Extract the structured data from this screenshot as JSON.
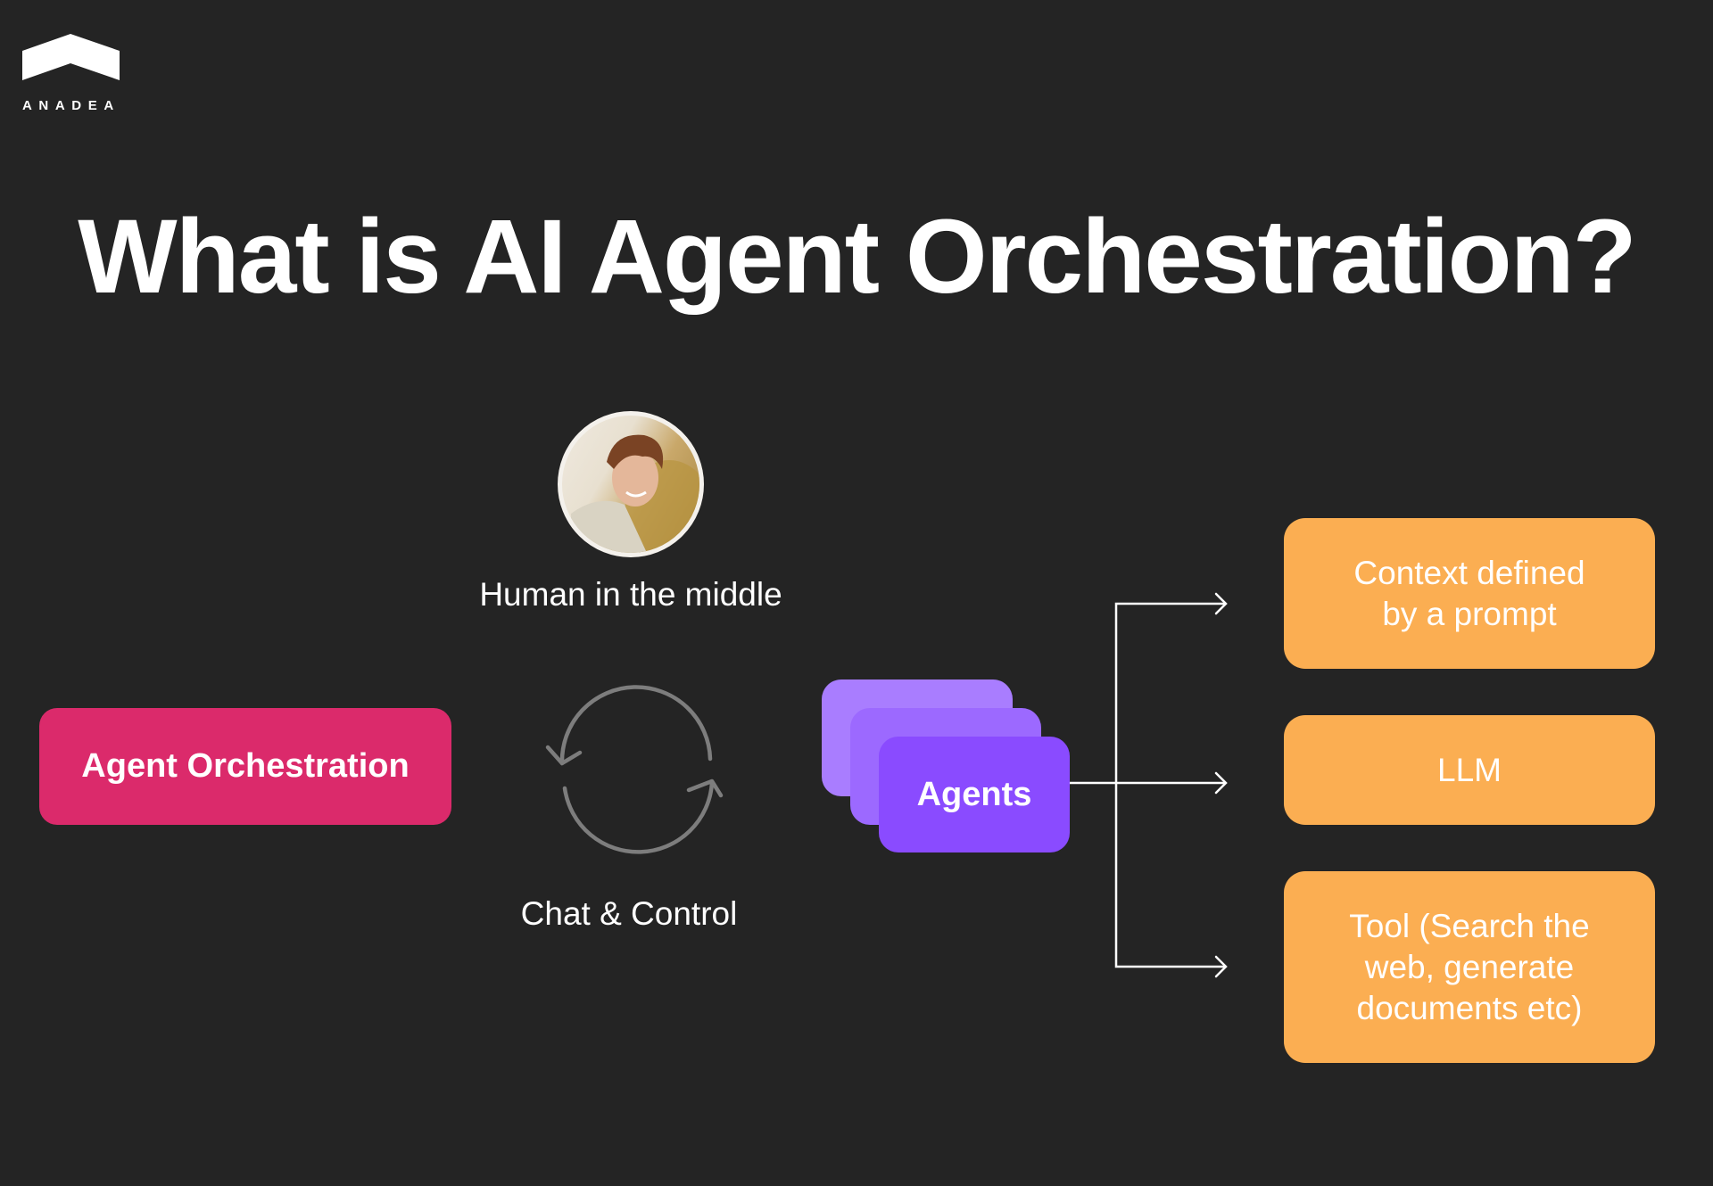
{
  "logo": {
    "brand_name": "ANADEA",
    "icon": "anadea-roof-logo-icon"
  },
  "title": "What is AI Agent Orchestration?",
  "diagram": {
    "orchestration": {
      "label": "Agent Orchestration",
      "color": "#DB2A6B"
    },
    "human": {
      "label": "Human in the middle",
      "icon": "person-photo-avatar"
    },
    "cycle": {
      "label": "Chat & Control",
      "icon": "refresh-cycle-icon"
    },
    "agents": {
      "label": "Agents",
      "colors": [
        "#A97DFF",
        "#9C69FF",
        "#8A4BFF"
      ]
    },
    "components": [
      {
        "label": "Context defined\nby  a prompt"
      },
      {
        "label": "LLM"
      },
      {
        "label": "Tool (Search the\nweb, generate\ndocuments etc)"
      }
    ],
    "component_color": "#FBAE52"
  }
}
